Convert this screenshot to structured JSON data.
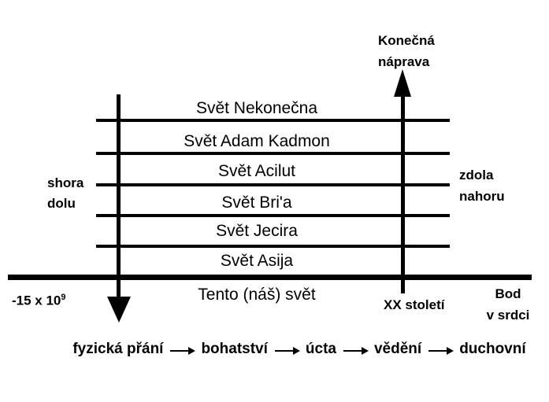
{
  "diagram": {
    "top_label": {
      "line1": "Konečná",
      "line2": "náprava"
    },
    "left_direction_label": {
      "line1": "shora",
      "line2": "dolu"
    },
    "right_direction_label": {
      "line1": "zdola",
      "line2": "nahoru"
    },
    "worlds": [
      "Svět Nekonečna",
      "Svět Adam Kadmon",
      "Svět Acilut",
      "Svět Bri'a",
      "Svět Jecira",
      "Svět Asija"
    ],
    "this_world": "Tento (náš) svět",
    "timeline": {
      "start_base": "-15 x 10",
      "start_exponent": "9",
      "present": "XX století",
      "end_line1": "Bod",
      "end_line2": "v srdci"
    },
    "desire_chain": [
      "fyzická přání",
      "bohatství",
      "úcta",
      "vědění",
      "duchovní"
    ],
    "colors": {
      "ink": "#000000",
      "background": "#ffffff"
    }
  }
}
